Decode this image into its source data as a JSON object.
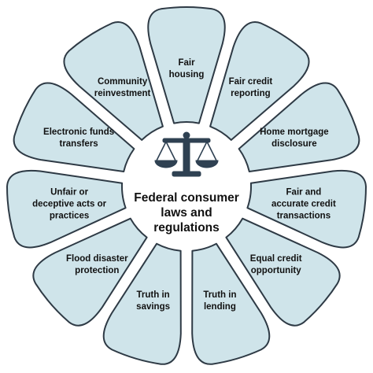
{
  "center": {
    "lines": [
      "Federal consumer",
      "laws and",
      "regulations"
    ],
    "icon": "scales-of-justice-icon"
  },
  "colors": {
    "segment_fill": "#cfe4ea",
    "segment_stroke": "#2e3a45",
    "text": "#111111",
    "icon": "#2f4152"
  },
  "segments": [
    {
      "id": "fair-housing",
      "lines": [
        "Fair",
        "housing"
      ]
    },
    {
      "id": "fair-credit-reporting",
      "lines": [
        "Fair credit",
        "reporting"
      ]
    },
    {
      "id": "home-mortgage-disclosure",
      "lines": [
        "Home mortgage",
        "disclosure"
      ]
    },
    {
      "id": "fair-and-accurate-credit-transactions",
      "lines": [
        "Fair and",
        "accurate credit",
        "transactions"
      ]
    },
    {
      "id": "equal-credit-opportunity",
      "lines": [
        "Equal credit",
        "opportunity"
      ]
    },
    {
      "id": "truth-in-lending",
      "lines": [
        "Truth in",
        "lending"
      ]
    },
    {
      "id": "truth-in-savings",
      "lines": [
        "Truth in",
        "savings"
      ]
    },
    {
      "id": "flood-disaster-protection",
      "lines": [
        "Flood disaster",
        "protection"
      ]
    },
    {
      "id": "unfair-or-deceptive-acts-or-practices",
      "lines": [
        "Unfair or",
        "deceptive acts or",
        "practices"
      ]
    },
    {
      "id": "electronic-funds-transfers",
      "lines": [
        "Electronic funds",
        "transfers"
      ]
    },
    {
      "id": "community-reinvestment",
      "lines": [
        "Community",
        "reinvestment"
      ]
    }
  ]
}
